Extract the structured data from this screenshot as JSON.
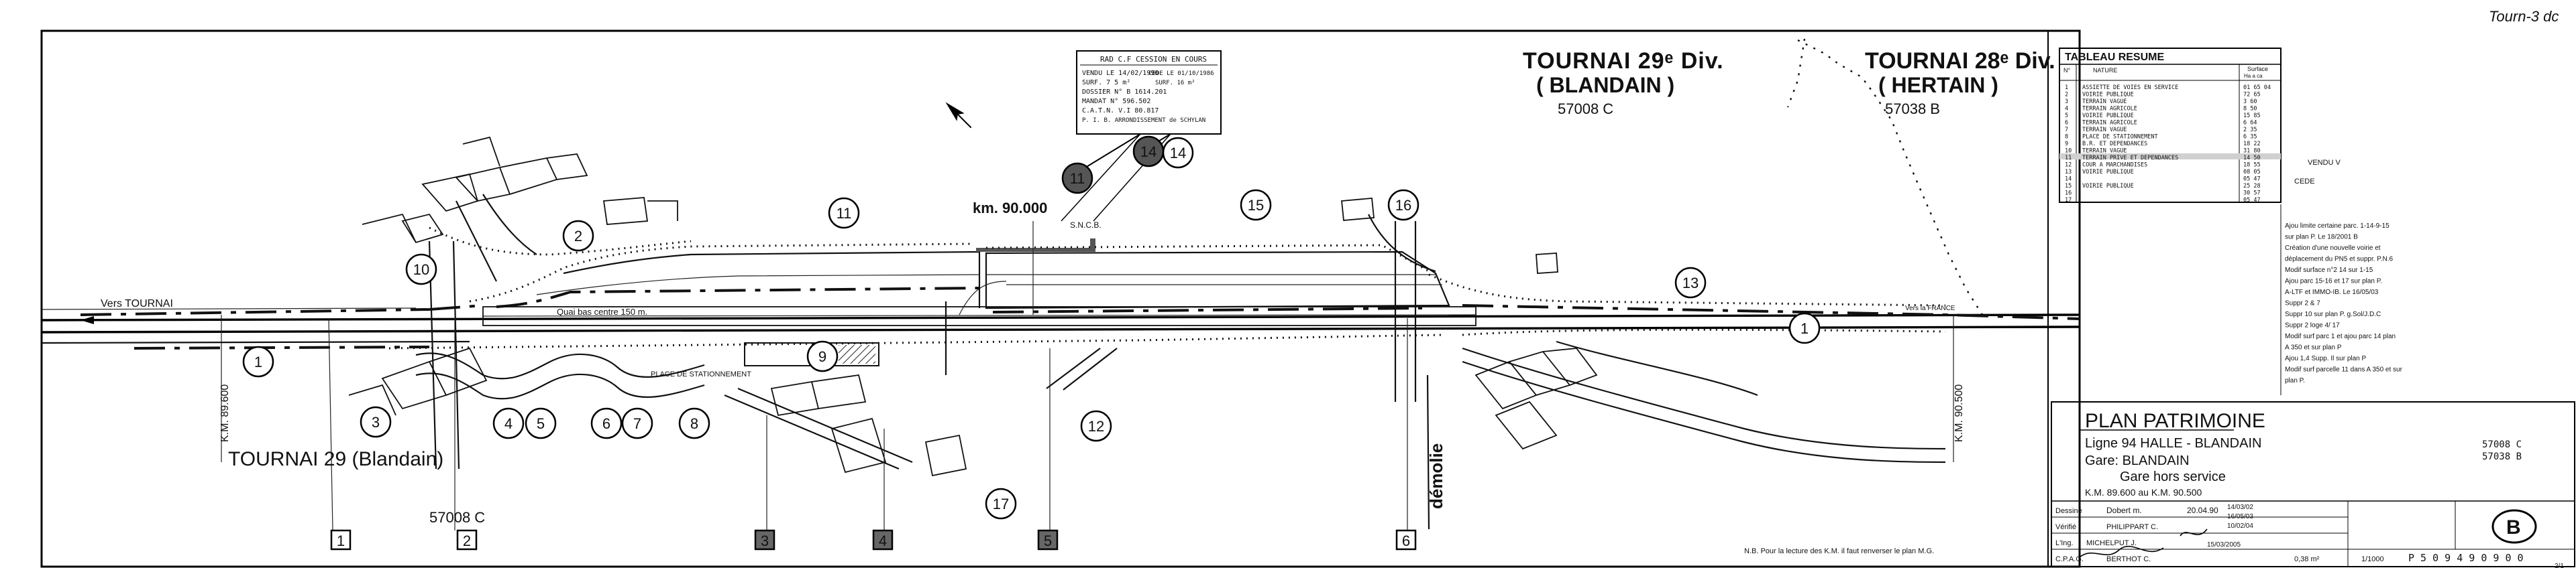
{
  "header": {
    "div29_title": "TOURNAI 29ᵉ Div.",
    "div29_sub": "( BLANDAIN )",
    "div29_code": "57008 C",
    "div28_title": "TOURNAI 28ᵉ Div.",
    "div28_sub": "( HERTAIN )",
    "div28_code": "57038 B",
    "left_title": "TOURNAI 29 (Blandain)",
    "left_code": "57008 C",
    "corner_note": "Tourn-3 dc"
  },
  "plan_labels": {
    "vers_tournai": "Vers TOURNAI",
    "km_left": "K.M. 89.600",
    "km_right": "K.M. 90.500",
    "km_mark": "km. 90.000",
    "quai": "Quai bas centre 150 m.",
    "place": "PLACE DE STATIONNEMENT",
    "demolie": "démolie",
    "vers_france": "Vers la FRANCE",
    "nb_note": "N.B. Pour la lecture des K.M. il faut renverser le plan   M.G.",
    "sncb": "S.N.C.B."
  },
  "cession_box": {
    "title": "RAD C.F CESSION EN COURS",
    "lines": [
      "VENDU LE 14/02/1990",
      "SURF. 7 5 m²",
      "DOSSIER N° B 1614.201",
      "MANDAT N° 596.502",
      "C.A.T.N. V.I 80.817",
      "P. I. B. ARRONDISSEMENT de SCHYLAN"
    ],
    "right_lines": [
      "CEDE LE 01/10/1986",
      "SURF. 16 m²"
    ]
  },
  "parcels": [
    "1",
    "2",
    "3",
    "4",
    "5",
    "6",
    "7",
    "8",
    "9",
    "10",
    "11",
    "12",
    "13",
    "14",
    "15",
    "16",
    "17"
  ],
  "sheet_boxes": [
    "1",
    "2",
    "3",
    "4",
    "5",
    "6"
  ],
  "table": {
    "title": "TABLEAU RESUME",
    "col_no": "N°",
    "col_nature": "NATURE",
    "col_surface": "Surface",
    "col_units": "Ha  a  ca",
    "rows": [
      {
        "n": "1",
        "label": "ASSIETTE DE VOIES EN SERVICE",
        "value": "01 65 04"
      },
      {
        "n": "2",
        "label": "VOIRIE PUBLIQUE",
        "value": "72 65"
      },
      {
        "n": "3",
        "label": "TERRAIN VAGUE",
        "value": "3 60"
      },
      {
        "n": "4",
        "label": "TERRAIN AGRICOLE",
        "value": "8 50"
      },
      {
        "n": "5",
        "label": "VOIRIE PUBLIQUE",
        "value": "15 85"
      },
      {
        "n": "6",
        "label": "TERRAIN AGRICOLE",
        "value": "6 64"
      },
      {
        "n": "7",
        "label": "TERRAIN VAGUE",
        "value": "2 35"
      },
      {
        "n": "8",
        "label": "PLACE DE STATIONNEMENT",
        "value": "6 35"
      },
      {
        "n": "9",
        "label": "B.R. ET DEPENDANCES",
        "value": "18 22"
      },
      {
        "n": "10",
        "label": "TERRAIN VAGUE",
        "value": "31 80"
      },
      {
        "n": "11",
        "label": "TERRAIN PRIVE ET DEPENDANCES",
        "value": "14 50"
      },
      {
        "n": "12",
        "label": "COUR A MARCHANDISES",
        "value": "18 55"
      },
      {
        "n": "13",
        "label": "VOIRIE PUBLIQUE",
        "value": "08 05"
      },
      {
        "n": "14",
        "label": "",
        "value": "05 47"
      },
      {
        "n": "15",
        "label": "VOIRIE PUBLIQUE",
        "value": "25 28"
      },
      {
        "n": "16",
        "label": "",
        "value": "30 57"
      },
      {
        "n": "17",
        "label": "",
        "value": "05 47"
      }
    ],
    "side_notes": [
      "VENDU V",
      "CEDE"
    ]
  },
  "modifications": [
    "Ajou limite certaine parc. 1-14-9-15",
    "sur plan P. Le 18/2001 B",
    "Création d'une nouvelle voirie et",
    "déplacement du PN5 et suppr. P.N.6",
    "Modif surface n°2 14 sur 1-15",
    "Ajou parc 15-16 et 17 sur plan P.",
    "A-LTF et IMMO-IB. Le 16/05/03",
    "Suppr 2 & 7",
    "Suppr 10 sur plan P. g.Sol/J.D.C",
    "Suppr 2 loge 4/ 17",
    "Modif surf parc 1 et ajou parc 14 plan",
    "A 350 et sur plan P",
    "Ajou 1,4 Supp. Il sur plan P",
    "Modif surf parcelle 11 dans A 350 et sur",
    "plan P."
  ],
  "title_block": {
    "plan": "PLAN PATRIMOINE",
    "ligne": "Ligne 94  HALLE - BLANDAIN",
    "gare": "Gare: BLANDAIN",
    "gare_status": "Gare hors service",
    "km_range": "K.M. 89.600  au  K.M. 90.500",
    "codes": [
      "57008 C",
      "57038 B"
    ],
    "dessine_label": "Dessiné",
    "dessine_name": "Dobert m.",
    "dessine_date": "20.04.90",
    "verifie_label": "Vérifié",
    "verifie_name": "PHILIPPART C.",
    "ing_label": "L'Ing.",
    "ing_name": "MICHELPUT J.",
    "ing_dates": [
      "14/03/02",
      "16/05/03",
      "10/02/04"
    ],
    "cpag_label": "C.P.A.G.",
    "cpag_name": "BERTHOT C.",
    "bottom_date": "15/03/2005",
    "sheet_format": "0,38 m²",
    "scale": "1/1000",
    "plan_number": "P 5 0 9 4 9 0 9 0 0",
    "logo_letter": "B",
    "sheet_suffix": "2/1"
  }
}
